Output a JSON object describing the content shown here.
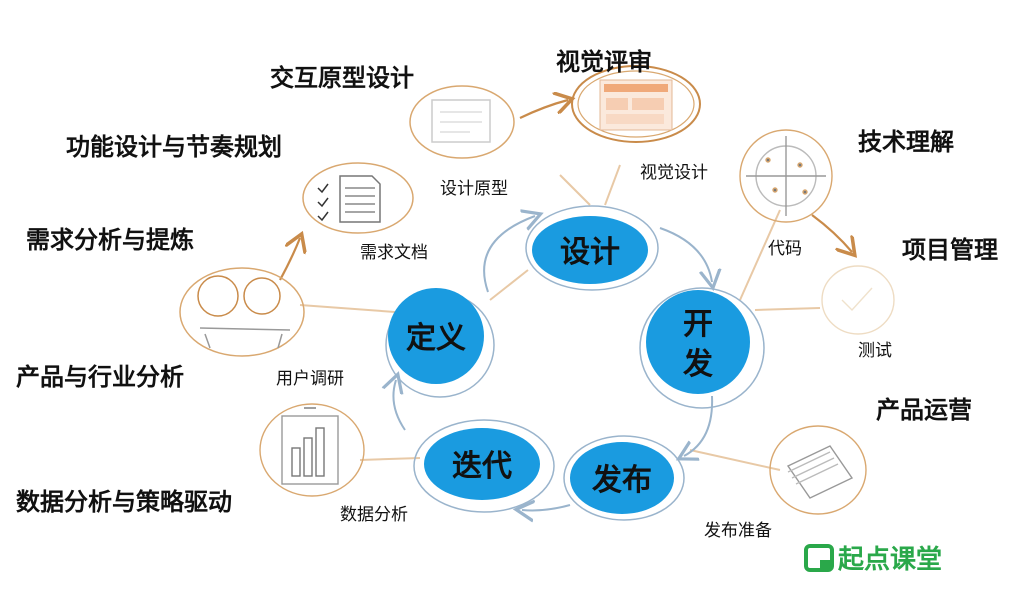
{
  "stages": {
    "define": "定义",
    "design": "设计",
    "develop": "开发",
    "release": "发布",
    "iterate": "迭代"
  },
  "outer_labels": {
    "interaction_prototype_design": "交互原型设计",
    "visual_review": "视觉评审",
    "function_design_rhythm": "功能设计与节奏规划",
    "tech_understanding": "技术理解",
    "requirement_analysis": "需求分析与提炼",
    "project_management": "项目管理",
    "product_industry_analysis": "产品与行业分析",
    "product_operation": "产品运营",
    "data_analysis_strategy": "数据分析与策略驱动"
  },
  "inner_labels": {
    "design_prototype": "设计原型",
    "visual_design": "视觉设计",
    "requirement_doc": "需求文档",
    "code": "代码",
    "user_research": "用户调研",
    "testing": "测试",
    "data_analysis": "数据分析",
    "release_prep": "发布准备"
  },
  "logo": {
    "text": "起点课堂",
    "color": "#2aa84a"
  },
  "colors": {
    "stage_fill": "#1a9be0",
    "sketch": "#d9a870",
    "arrow": "#c98b4a",
    "cycle": "#9ab4cc"
  },
  "icons": [
    "prototype-sketch-icon",
    "visual-review-sketch-icon",
    "document-sketch-icon",
    "target-sketch-icon",
    "discussion-sketch-icon",
    "test-sketch-icon",
    "chart-sketch-icon",
    "papers-sketch-icon"
  ]
}
